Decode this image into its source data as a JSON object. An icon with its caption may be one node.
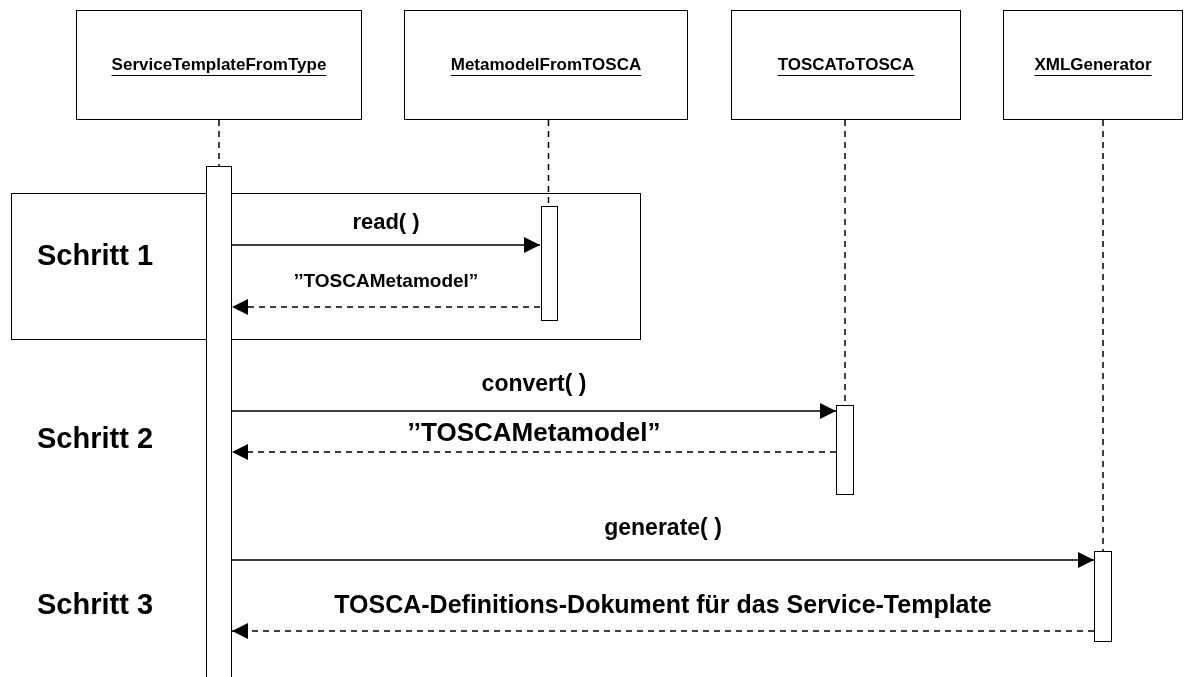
{
  "diagram": {
    "nodes": [
      {
        "text": [
          "ServiceTemplateFromType"
        ]
      },
      {
        "text": [
          "MetamodelFromTOSCA"
        ]
      },
      {
        "text": [
          "TOSCAToTOSCA"
        ]
      },
      {
        "text": [
          "XMLGenerator"
        ]
      },
      {
        "text": [],
        "shape": "bar"
      },
      {
        "text": [
          "Schritt 1"
        ]
      },
      {
        "text": [],
        "shape": "bar",
        "in": 5
      },
      {
        "text": [],
        "shape": "bar"
      },
      {
        "text": [],
        "shape": "bar"
      }
    ],
    "edges": [
      {
        "from": 0,
        "to": 4,
        "arrow": "none",
        "style": "dashed"
      },
      {
        "from": 1,
        "to": 6,
        "arrow": "none",
        "style": "dashed"
      },
      {
        "from": 2,
        "to": 7,
        "arrow": "none",
        "style": "dashed"
      },
      {
        "from": 3,
        "to": 8,
        "arrow": "none",
        "style": "dashed"
      },
      {
        "from": 4,
        "to": 6,
        "arrow": "to",
        "label": "read( )"
      },
      {
        "from": 6,
        "to": 4,
        "arrow": "to",
        "style": "dashed",
        "label": "’’TOSCAMetamodel”"
      },
      {
        "from": 4,
        "to": 7,
        "arrow": "to",
        "label": "convert( )"
      },
      {
        "from": 7,
        "to": 4,
        "arrow": "to",
        "style": "dashed",
        "label": "’’TOSCAMetamodel”"
      },
      {
        "from": 4,
        "to": 8,
        "arrow": "to",
        "label": "generate( )"
      },
      {
        "from": 8,
        "to": 4,
        "arrow": "to",
        "style": "dashed",
        "label": "TOSCA-Definitions-Dokument für das Service-Template"
      }
    ],
    "labels": [
      "Schritt 2",
      "Schritt 3"
    ]
  }
}
